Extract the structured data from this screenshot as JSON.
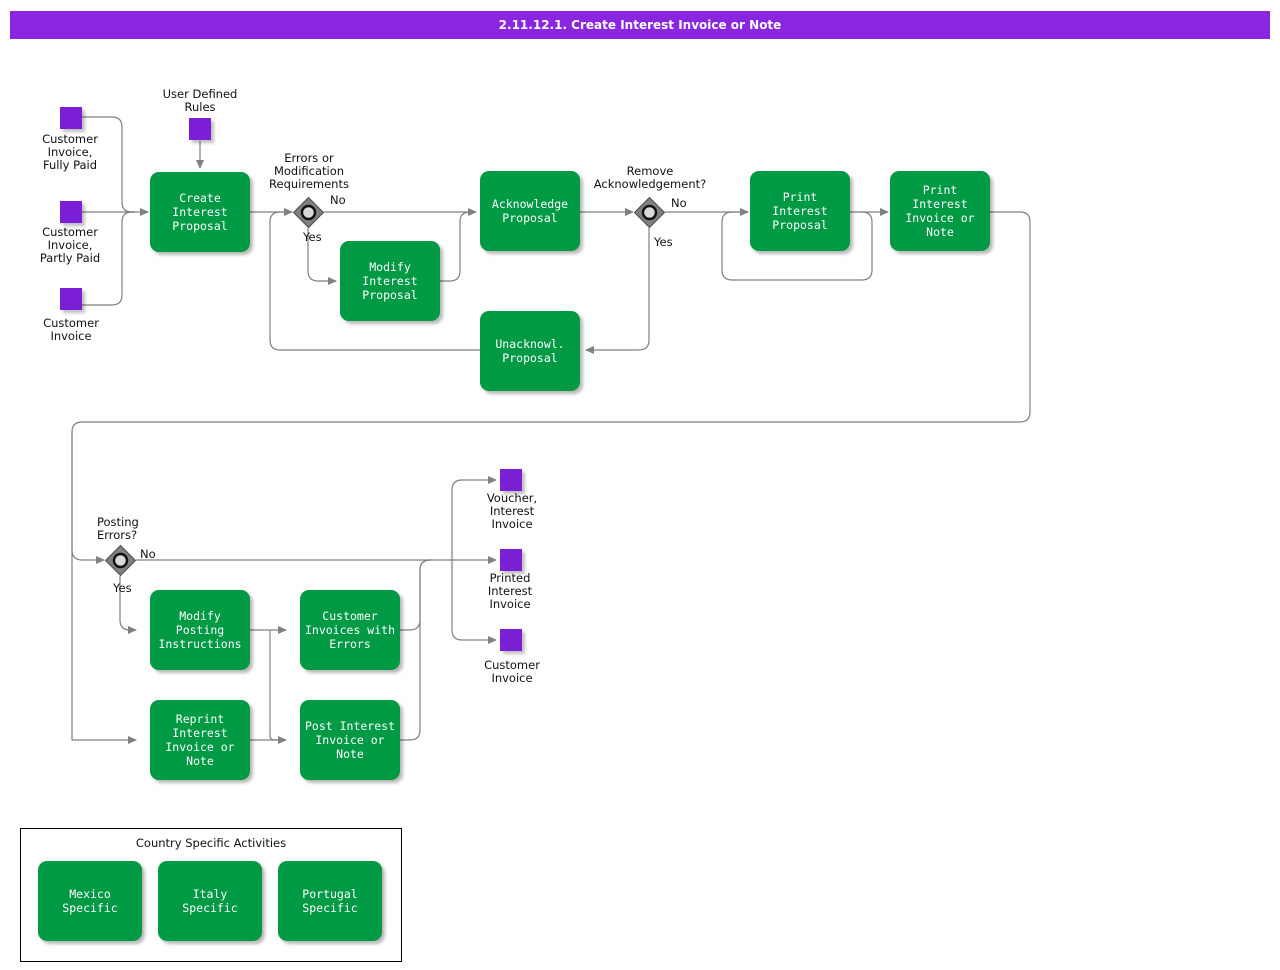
{
  "title": "2.11.12.1. Create Interest Invoice or Note",
  "colors": {
    "title_bar": "#8A25E0",
    "task_fill": "#009944",
    "data_object_fill": "#7A1FD6",
    "gateway_fill": "#808080",
    "connector": "#808080"
  },
  "data_objects": [
    {
      "id": "customer-invoice-fully-paid",
      "label": "Customer\nInvoice,\nFully Paid"
    },
    {
      "id": "customer-invoice-partly-paid",
      "label": "Customer\nInvoice,\nPartly Paid"
    },
    {
      "id": "customer-invoice",
      "label": "Customer\nInvoice"
    },
    {
      "id": "user-defined-rules",
      "label": "User Defined\nRules"
    },
    {
      "id": "voucher-interest-invoice",
      "label": "Voucher,\nInterest\nInvoice"
    },
    {
      "id": "printed-interest-invoice",
      "label": "Printed\nInterest\nInvoice"
    },
    {
      "id": "customer-invoice-out",
      "label": "Customer\nInvoice"
    }
  ],
  "tasks": [
    {
      "id": "create-interest-proposal",
      "label": "Create Interest\nProposal"
    },
    {
      "id": "modify-interest-proposal",
      "label": "Modify Interest\nProposal"
    },
    {
      "id": "acknowledge-proposal",
      "label": "Acknowledge\nProposal"
    },
    {
      "id": "unacknowl-proposal",
      "label": "Unacknowl.\nProposal"
    },
    {
      "id": "print-interest-proposal",
      "label": "Print Interest\nProposal"
    },
    {
      "id": "print-interest-invoice-or-note",
      "label": "Print Interest\nInvoice or Note"
    },
    {
      "id": "modify-posting-instructions",
      "label": "Modify Posting\nInstructions"
    },
    {
      "id": "customer-invoices-with-errors",
      "label": "Customer\nInvoices with\nErrors"
    },
    {
      "id": "reprint-interest-invoice-or-note",
      "label": "Reprint Interest\nInvoice or Note"
    },
    {
      "id": "post-interest-invoice-or-note",
      "label": "Post Interest\nInvoice or Note"
    }
  ],
  "gateways": [
    {
      "id": "errors-or-modification-requirements",
      "label": "Errors or\nModification\nRequirements",
      "branches": {
        "no": "No",
        "yes": "Yes"
      }
    },
    {
      "id": "remove-acknowledgement",
      "label": "Remove\nAcknowledgement?",
      "branches": {
        "no": "No",
        "yes": "Yes"
      }
    },
    {
      "id": "posting-errors",
      "label": "Posting\nErrors?",
      "branches": {
        "no": "No",
        "yes": "Yes"
      }
    }
  ],
  "group": {
    "title": "Country Specific Activities",
    "tasks": [
      {
        "id": "mexico-specific",
        "label": "Mexico Specific"
      },
      {
        "id": "italy-specific",
        "label": "Italy Specific"
      },
      {
        "id": "portugal-specific",
        "label": "Portugal Specific"
      }
    ]
  }
}
